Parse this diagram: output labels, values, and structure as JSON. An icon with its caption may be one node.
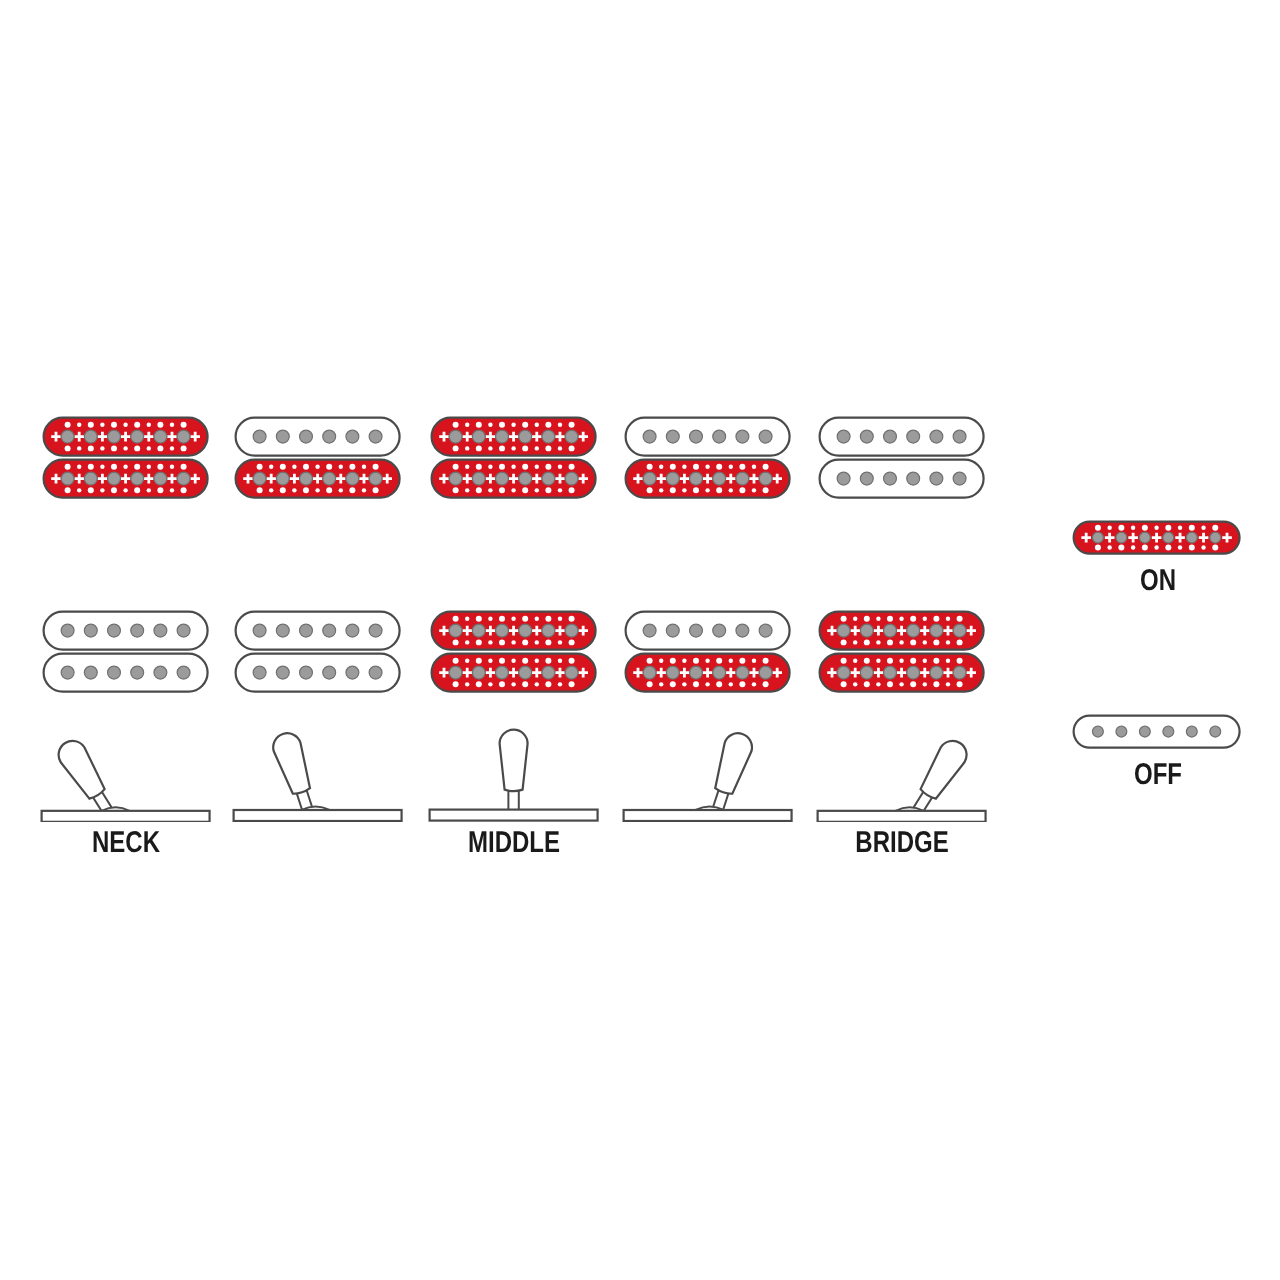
{
  "diagram": {
    "labels": [
      "NECK",
      "MIDDLE",
      "BRIDGE"
    ],
    "legend": [
      {
        "text": "ON"
      },
      {
        "text": "OFF"
      }
    ]
  }
}
